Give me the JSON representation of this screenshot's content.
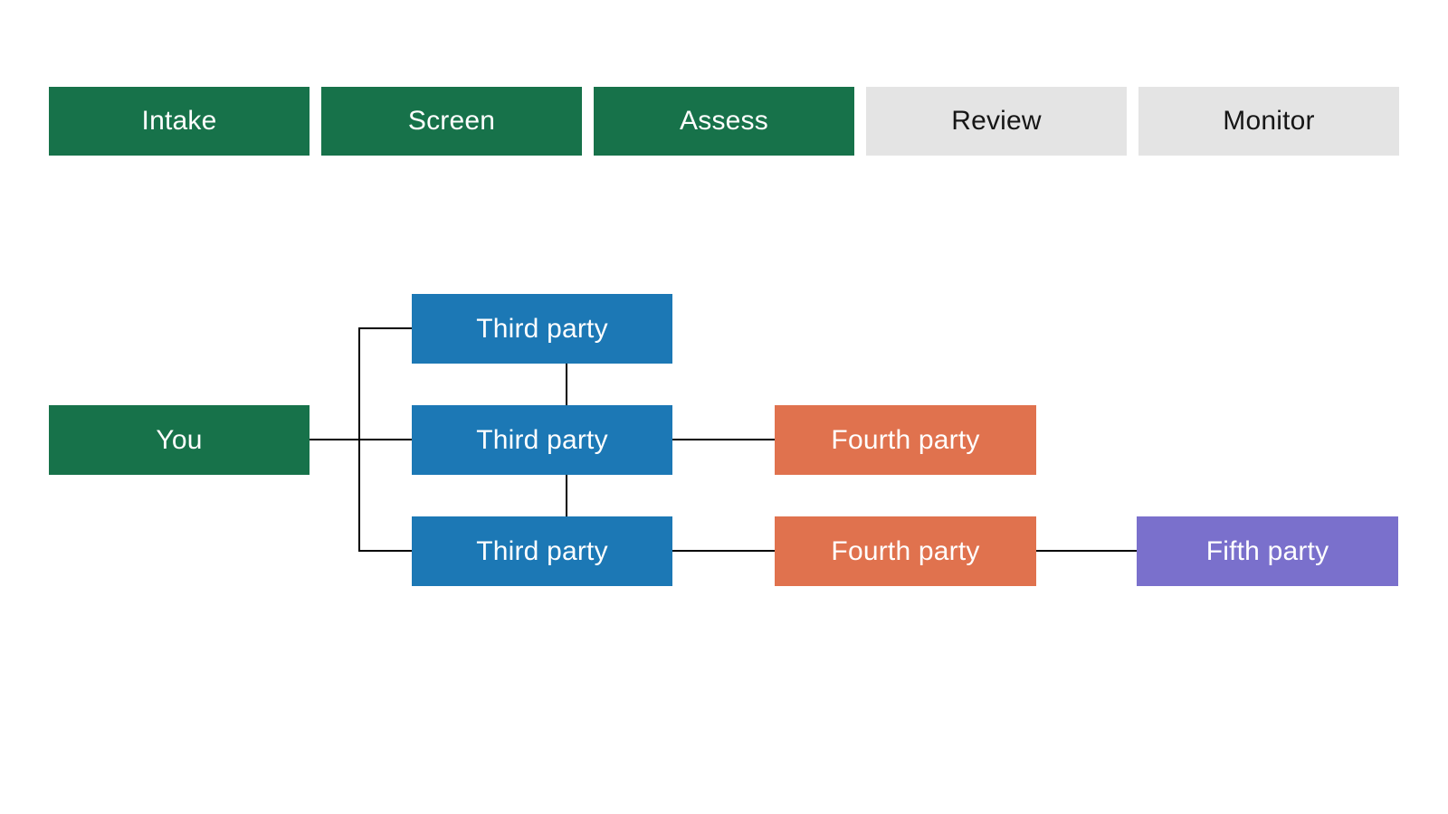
{
  "canvas": {
    "background": "#FFFFFF"
  },
  "colors": {
    "stage_active_green": "#17724A",
    "stage_inactive_gray": "#E4E4E4",
    "third_party_blue": "#1C78B5",
    "fourth_party_orange": "#E0724E",
    "fifth_party_purple": "#7A70CC",
    "connector_black": "#000000",
    "text_light": "#FFFFFF",
    "text_dark": "#161616"
  },
  "stage_bar": {
    "stages": [
      {
        "label": "Intake",
        "state": "active"
      },
      {
        "label": "Screen",
        "state": "active"
      },
      {
        "label": "Assess",
        "state": "active"
      },
      {
        "label": "Review",
        "state": "inactive"
      },
      {
        "label": "Monitor",
        "state": "inactive"
      }
    ]
  },
  "diagram": {
    "nodes": [
      {
        "id": "you",
        "label": "You",
        "tier": "you",
        "row": 2,
        "col": 0
      },
      {
        "id": "third-1",
        "label": "Third party",
        "tier": "third",
        "row": 1,
        "col": 1
      },
      {
        "id": "third-2",
        "label": "Third party",
        "tier": "third",
        "row": 2,
        "col": 1
      },
      {
        "id": "third-3",
        "label": "Third party",
        "tier": "third",
        "row": 3,
        "col": 1
      },
      {
        "id": "fourth-1",
        "label": "Fourth party",
        "tier": "fourth",
        "row": 2,
        "col": 2
      },
      {
        "id": "fourth-2",
        "label": "Fourth party",
        "tier": "fourth",
        "row": 3,
        "col": 2
      },
      {
        "id": "fifth-1",
        "label": "Fifth party",
        "tier": "fifth",
        "row": 3,
        "col": 3
      }
    ],
    "edges": [
      {
        "from": "you",
        "to": "third-1"
      },
      {
        "from": "you",
        "to": "third-2"
      },
      {
        "from": "you",
        "to": "third-3"
      },
      {
        "from": "third-1",
        "to": "third-2"
      },
      {
        "from": "third-2",
        "to": "third-3"
      },
      {
        "from": "third-2",
        "to": "fourth-1"
      },
      {
        "from": "third-3",
        "to": "fourth-2"
      },
      {
        "from": "fourth-2",
        "to": "fifth-1"
      }
    ]
  }
}
